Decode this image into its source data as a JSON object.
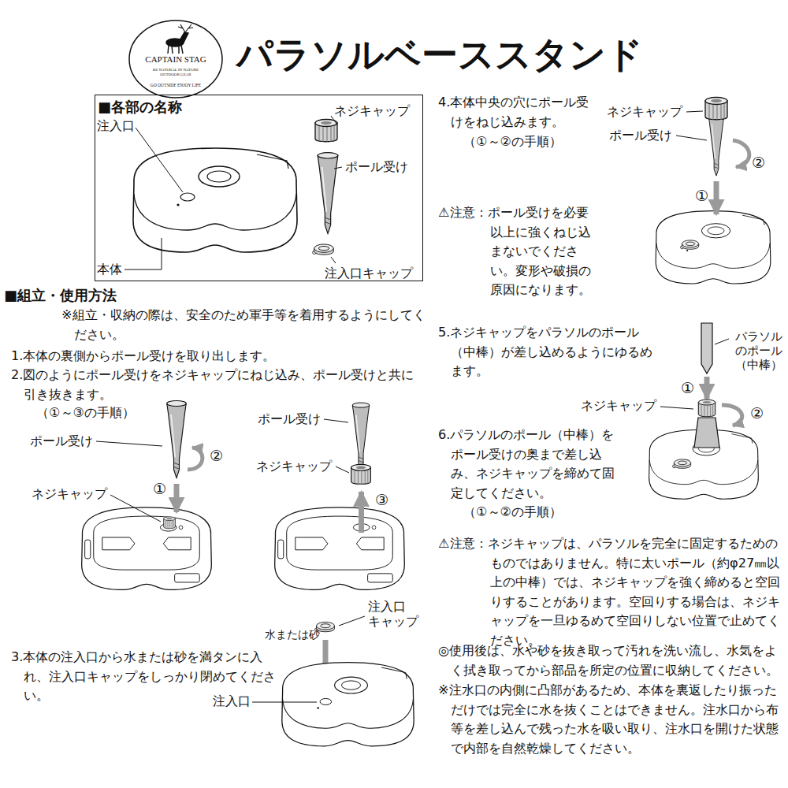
{
  "diagram": {
    "title": "パラソルベーススタンド",
    "nodes": [
      {
        "text": [
          "CAPTAIN STAG",
          "BE NATURAL IN NATURE",
          "OUTDOOR GEAR",
          "GO OUTSIDE ENJOY LIFE"
        ]
      },
      {
        "text": [
          "■各部の名称"
        ]
      }
    ],
    "labels": [
      "注入口",
      "ネジキャップ",
      "ポール受け",
      "本体",
      "注入口キャップ",
      "■組立・使用方法",
      "※組立・収納の際は、安全のため軍手等を着用するようにしてください。",
      "1.本体の裏側からポール受けを取り出します。",
      "2.図のようにポール受けをネジキャップにねじ込み、ポール受けと共に引き抜きます。",
      "（①～③の手順）",
      "ポール受け",
      "②",
      "①",
      "ネジキャップ",
      "ポール受け",
      "ネジキャップ",
      "③",
      "3.本体の注入口から水または砂を満タンに入れ、注入口キャップをしっかり閉めてください。",
      "注入口 キャップ",
      "水または砂",
      "注入口",
      "4.本体中央の穴にポール受けをねじ込みます。",
      "（①～②の手順）",
      "ネジキャップ",
      "ポール受け",
      "①",
      "②",
      "⚠注意：ポール受けを必要以上に強くねじ込まないでください。変形や破損の原因になります。",
      "5.ネジキャップをパラソルのポール（中棒）が差し込めるようにゆるめます。",
      "パラソル のポール （中棒）",
      "①",
      "ネジキャップ",
      "②",
      "6.パラソルのポール（中棒）をポール受けの奥まで差し込み、ネジキャップを締めて固定してください。",
      "（①～②の手順）",
      "⚠注意：ネジキャップは、パラソルを完全に固定するためのものではありません。特に太いポール（約φ27㎜以上の中棒）では、ネジキャップを強く締めると空回りすることがあります。空回りする場合は、ネジキャップを一旦ゆるめて空回りしない位置で止めてください。",
      "◎使用後は、水や砂を抜き取って汚れを洗い流し、水気をよく拭き取ってから部品を所定の位置に収納してください。",
      "※注水口の内側に凸部があるため、本体を裏返したり振っただけでは完全に水を抜くことはできません。注水口から布等を差し込んで残った水を吸い取り、注水口を開けた状態で内部を自然乾燥してください。"
    ]
  }
}
